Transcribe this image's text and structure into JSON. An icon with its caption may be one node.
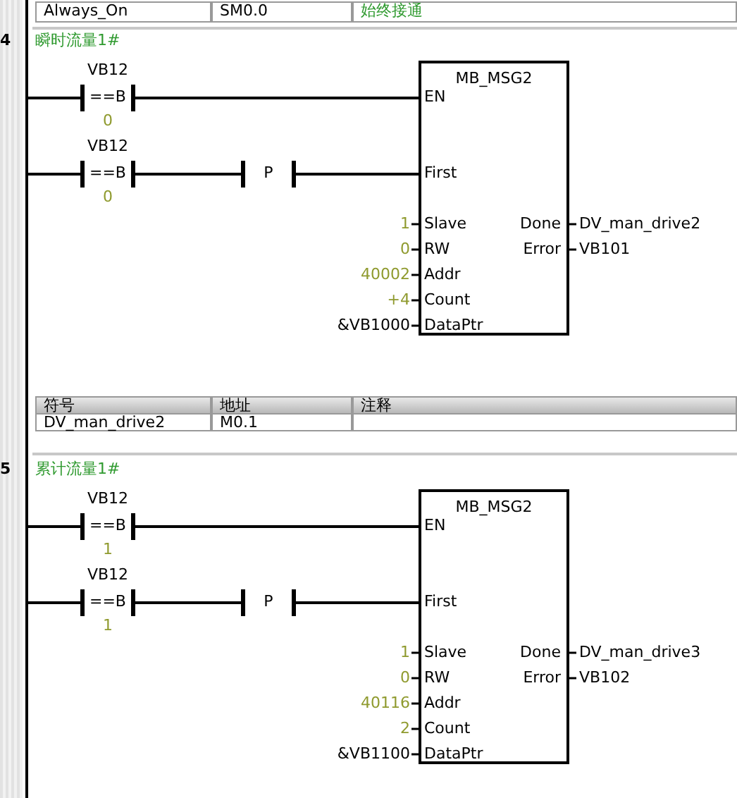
{
  "diagram": {
    "nodes": [
      {
        "text": [],
        "shape": "bar"
      },
      {
        "text": [
          "==B"
        ],
        "beside": [
          "VB12",
          "0"
        ]
      },
      {
        "text": [
          "==B"
        ],
        "beside": [
          "VB12",
          "0"
        ]
      },
      {
        "text": [
          "P"
        ]
      },
      {
        "text": [
          "MB_MSG2",
          "EN",
          "First",
          "Slave",
          "RW",
          "Addr",
          "Count",
          "DataPtr",
          "Done",
          "Error"
        ],
        "beside": [
          "1",
          "0",
          "40002",
          "+4",
          "&VB1000",
          "DV_man_drive2",
          "VB101"
        ]
      },
      {
        "text": [
          "==B"
        ],
        "beside": [
          "VB12",
          "1"
        ]
      },
      {
        "text": [
          "==B"
        ],
        "beside": [
          "VB12",
          "1"
        ]
      },
      {
        "text": [
          "P"
        ]
      },
      {
        "text": [
          "MB_MSG2",
          "EN",
          "First",
          "Slave",
          "RW",
          "Addr",
          "Count",
          "DataPtr",
          "Done",
          "Error"
        ],
        "beside": [
          "1",
          "0",
          "40116",
          "2",
          "&VB1100",
          "DV_man_drive3",
          "VB102"
        ]
      }
    ],
    "edges": [
      {
        "from": 0,
        "to": 1,
        "arrow": "none"
      },
      {
        "from": 1,
        "to": 4,
        "arrow": "none"
      },
      {
        "from": 0,
        "to": 2,
        "arrow": "none"
      },
      {
        "from": 2,
        "to": 3,
        "arrow": "none"
      },
      {
        "from": 3,
        "to": 4,
        "arrow": "none"
      },
      {
        "from": 0,
        "to": 5,
        "arrow": "none"
      },
      {
        "from": 5,
        "to": 8,
        "arrow": "none"
      },
      {
        "from": 0,
        "to": 6,
        "arrow": "none"
      },
      {
        "from": 6,
        "to": 7,
        "arrow": "none"
      },
      {
        "from": 7,
        "to": 8,
        "arrow": "none"
      }
    ],
    "labels": [
      "Always_On",
      "SM0.0",
      "始终接通",
      "4",
      "瞬时流量1#",
      "符号",
      "地址",
      "注释",
      "DV_man_drive2",
      "M0.1",
      "5",
      "累计流量1#"
    ]
  }
}
